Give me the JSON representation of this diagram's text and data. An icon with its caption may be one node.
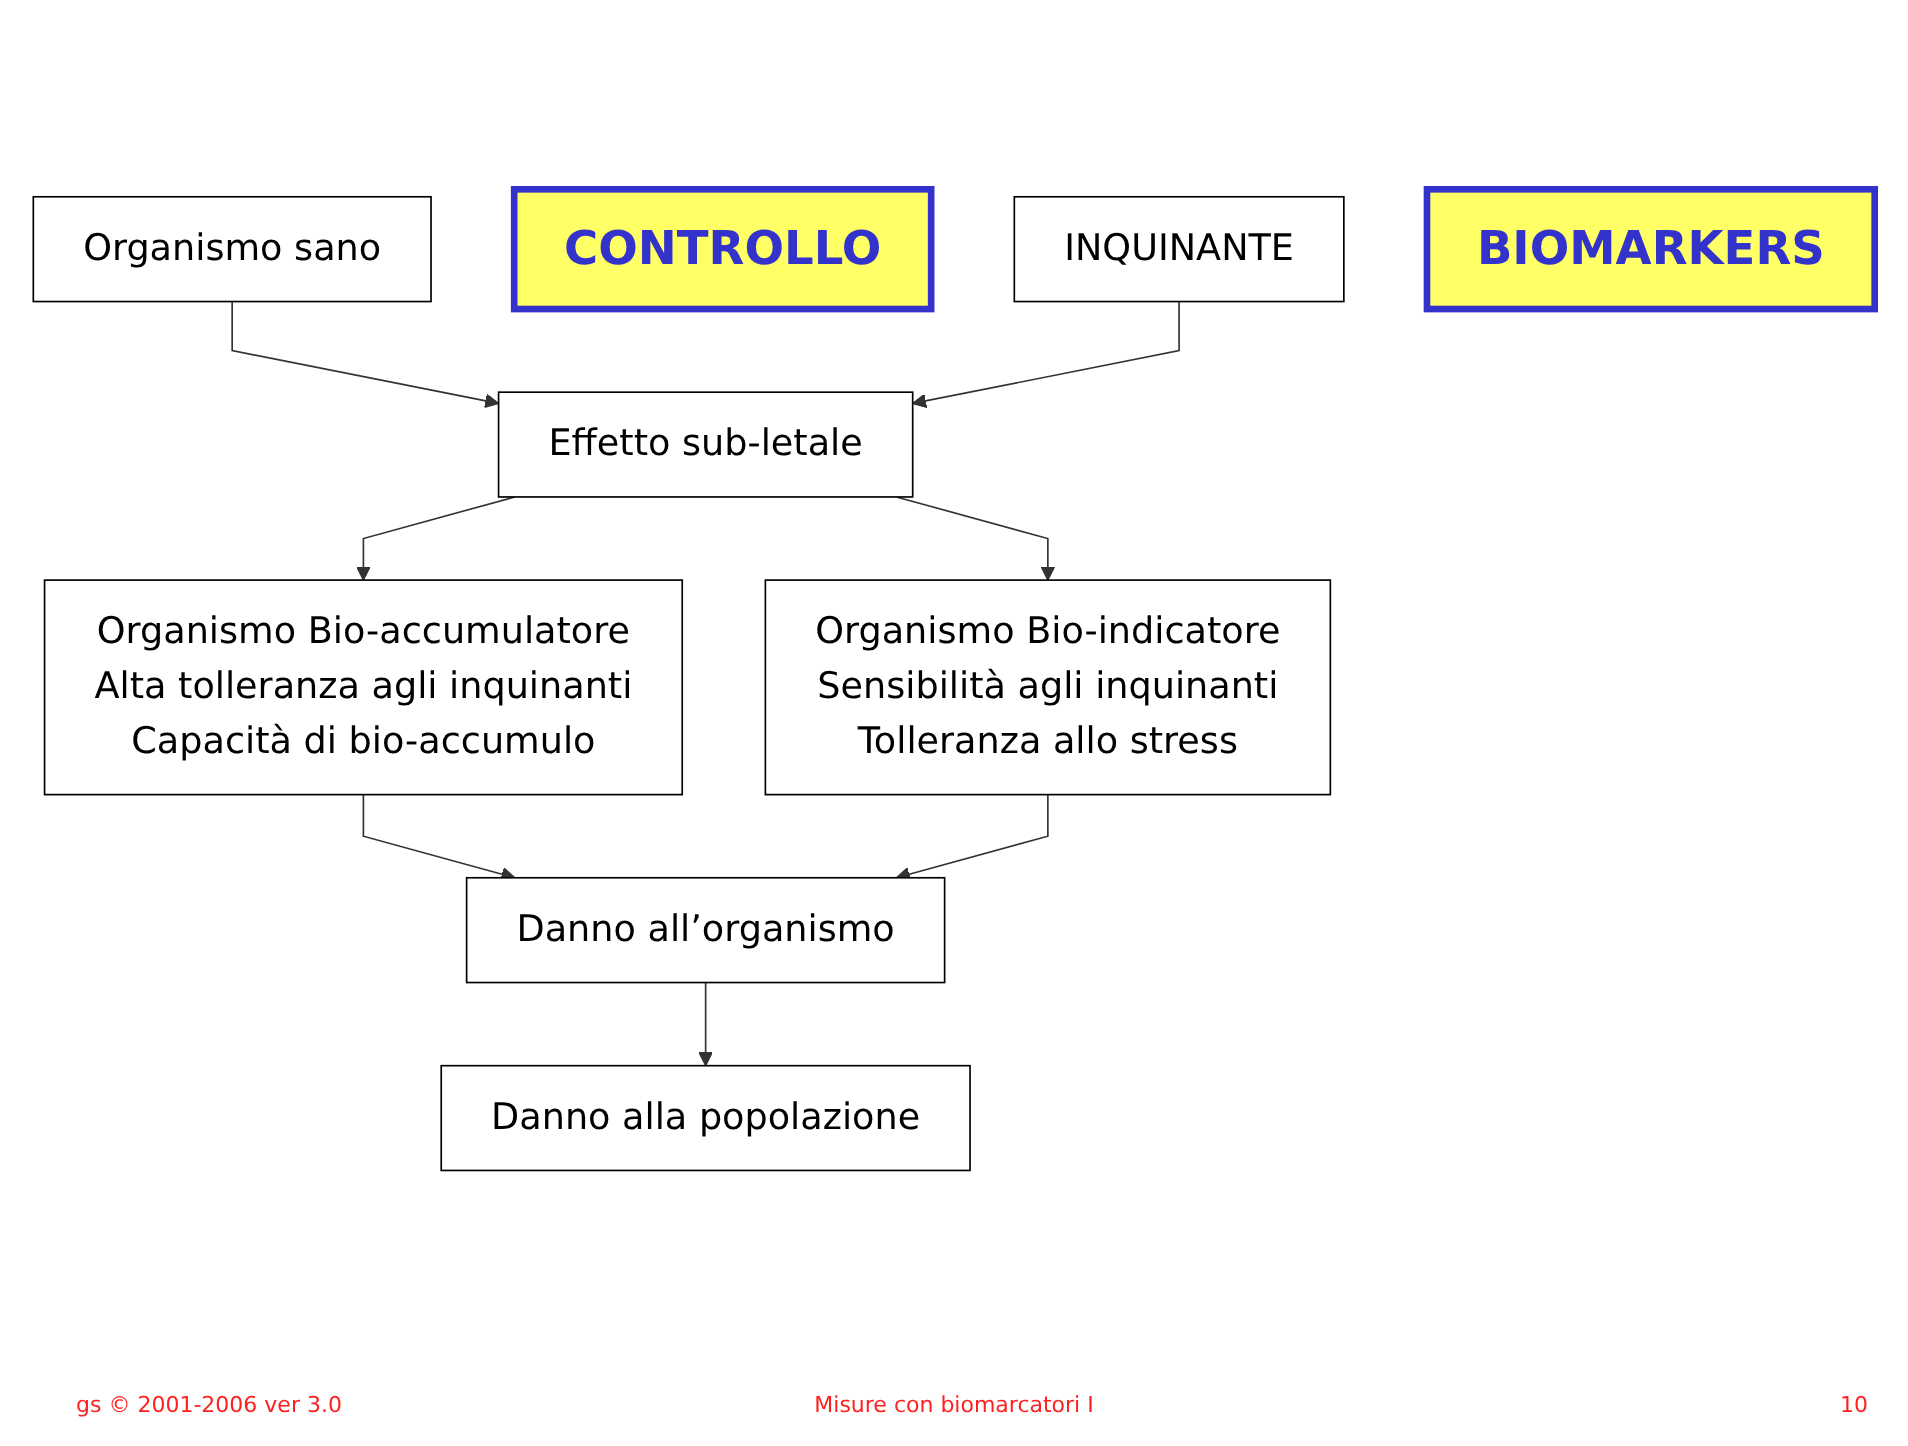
{
  "diagram": {
    "nodes": [
      {
        "text": [
          "Organismo sano"
        ]
      },
      {
        "text": [
          "CONTROLLO"
        ]
      },
      {
        "text": [
          "INQUINANTE"
        ]
      },
      {
        "text": [
          "Effetto sub-letale"
        ]
      },
      {
        "text": [
          "Organismo Bio-accumulatore",
          "Alta tolleranza agli inquinanti",
          "Capacità di bio-accumulo"
        ]
      },
      {
        "text": [
          "BIOMARKERS"
        ]
      },
      {
        "text": [
          "Organismo Bio-indicatore",
          "Sensibilità agli inquinanti",
          "Tolleranza allo stress"
        ]
      },
      {
        "text": [
          "Danno all’organismo"
        ]
      },
      {
        "text": [
          "Danno alla popolazione"
        ]
      }
    ],
    "edges": [
      {
        "from": 0,
        "to": 3,
        "arrow": "to"
      },
      {
        "from": 2,
        "to": 3,
        "arrow": "to"
      },
      {
        "from": 3,
        "to": 4,
        "arrow": "to"
      },
      {
        "from": 3,
        "to": 6,
        "arrow": "to"
      },
      {
        "from": 4,
        "to": 7,
        "arrow": "to"
      },
      {
        "from": 6,
        "to": 7,
        "arrow": "to"
      },
      {
        "from": 7,
        "to": 8,
        "arrow": "to"
      }
    ],
    "labels": [
      "gs © 2001-2006 ver 3.0",
      "Misure con biomarcatori I",
      "10"
    ]
  }
}
